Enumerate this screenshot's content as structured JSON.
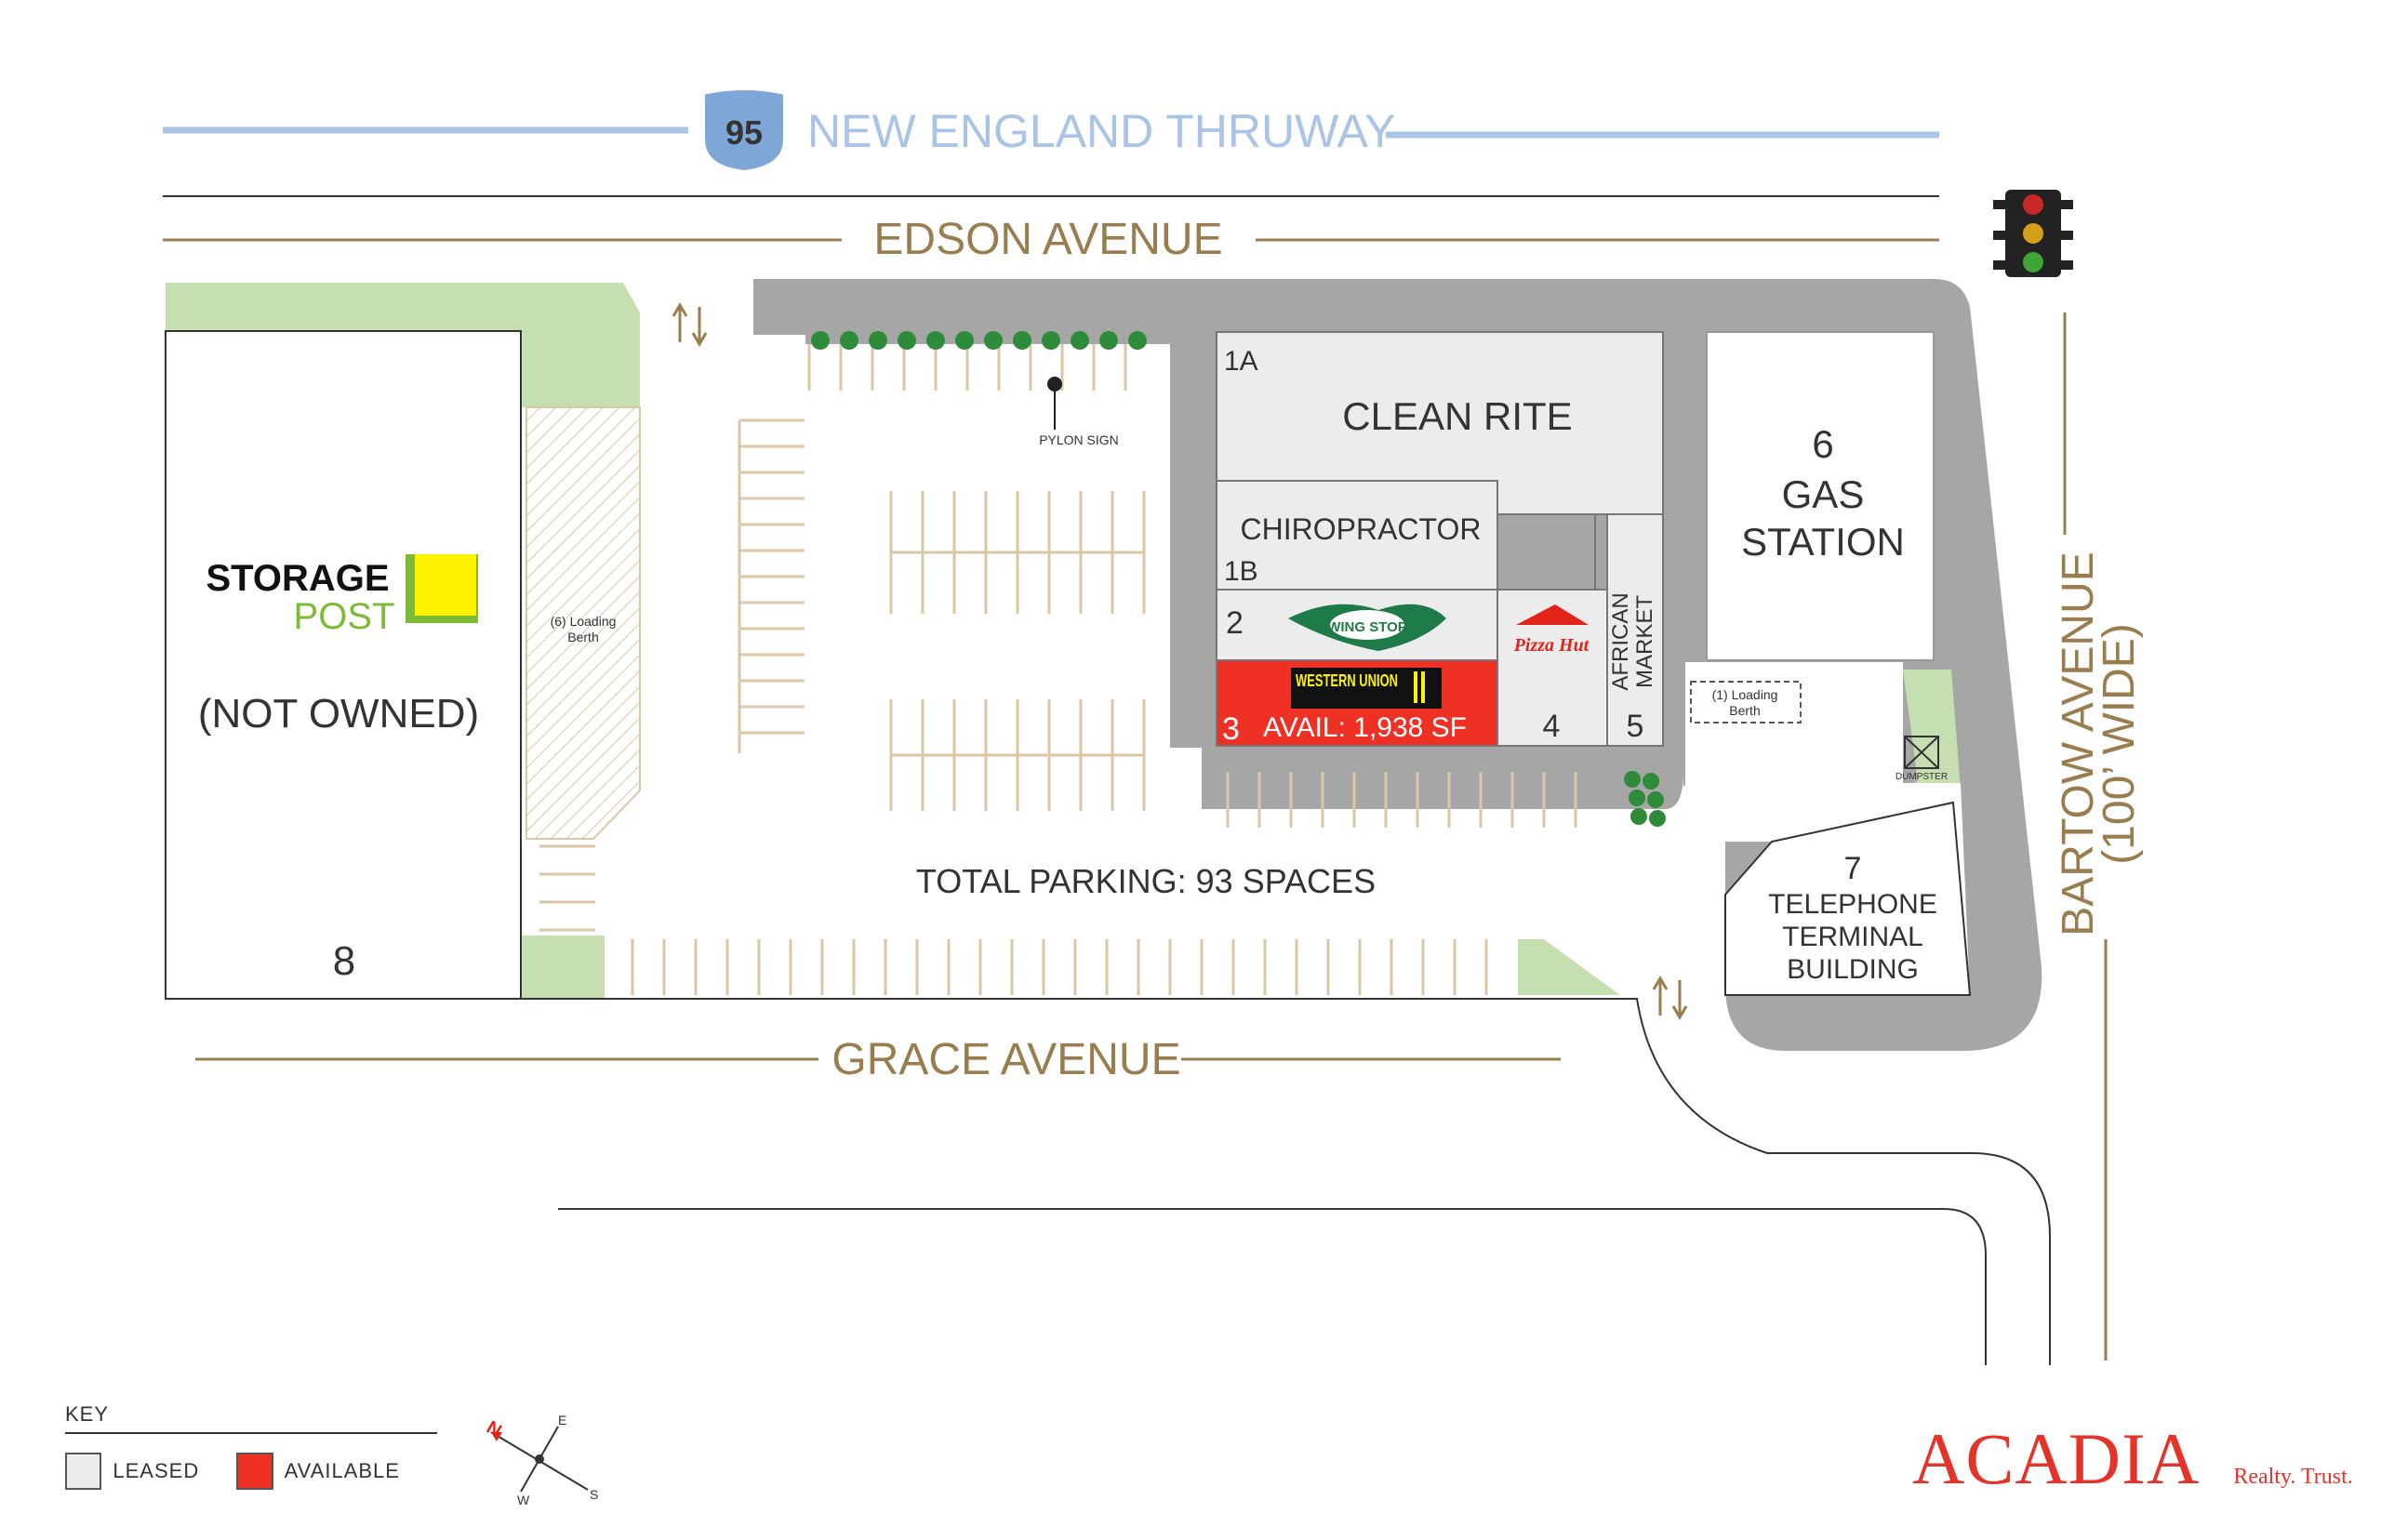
{
  "highway": {
    "shield_number": "95",
    "name": "NEW ENGLAND THRUWAY"
  },
  "roads": {
    "north": "EDSON AVENUE",
    "south": "GRACE AVENUE",
    "east": "BARTOW AVENUE",
    "east_note": "(100’ WIDE)"
  },
  "units": [
    {
      "id": "1A",
      "tenant": "CLEAN RITE"
    },
    {
      "id": "1B",
      "tenant": "CHIROPRACTOR"
    },
    {
      "id": "2",
      "tenant": "WING STOP"
    },
    {
      "id": "3",
      "tenant": "WESTERN UNION",
      "status": "AVAIL: 1,938 SF"
    },
    {
      "id": "4",
      "tenant": "Pizza Hut"
    },
    {
      "id": "5",
      "tenant_line1": "AFRICAN",
      "tenant_line2": "MARKET"
    },
    {
      "id": "6",
      "tenant_line1": "GAS",
      "tenant_line2": "STATION"
    },
    {
      "id": "7",
      "tenant_line1": "TELEPHONE",
      "tenant_line2": "TERMINAL",
      "tenant_line3": "BUILDING"
    },
    {
      "id": "8",
      "tenant_line1": "STORAGE",
      "tenant_line2": "POST",
      "note": "(NOT OWNED)"
    }
  ],
  "labels": {
    "pylon_sign": "PYLON SIGN",
    "loading_6_line1": "(6) Loading",
    "loading_6_line2": "Berth",
    "loading_1_line1": "(1) Loading",
    "loading_1_line2": "Berth",
    "dumpster": "DUMPSTER",
    "total_parking": "TOTAL PARKING: 93 SPACES"
  },
  "key": {
    "title": "KEY",
    "items": [
      {
        "label": "LEASED",
        "color": "#ececec"
      },
      {
        "label": "AVAILABLE",
        "color": "#ee3124"
      }
    ]
  },
  "compass": {
    "n": "N",
    "e": "E",
    "s": "S",
    "w": "W"
  },
  "brand": {
    "name": "ACADIA",
    "tagline": "Realty. Trust."
  },
  "colors": {
    "road_gold": "#9a7d4f",
    "highway_blue": "#a9c4e4",
    "drive_gray": "#a6a6a6",
    "leased": "#ececec",
    "available": "#ee3124",
    "green_area": "#c5dfb0",
    "brand_red": "#e63329"
  }
}
